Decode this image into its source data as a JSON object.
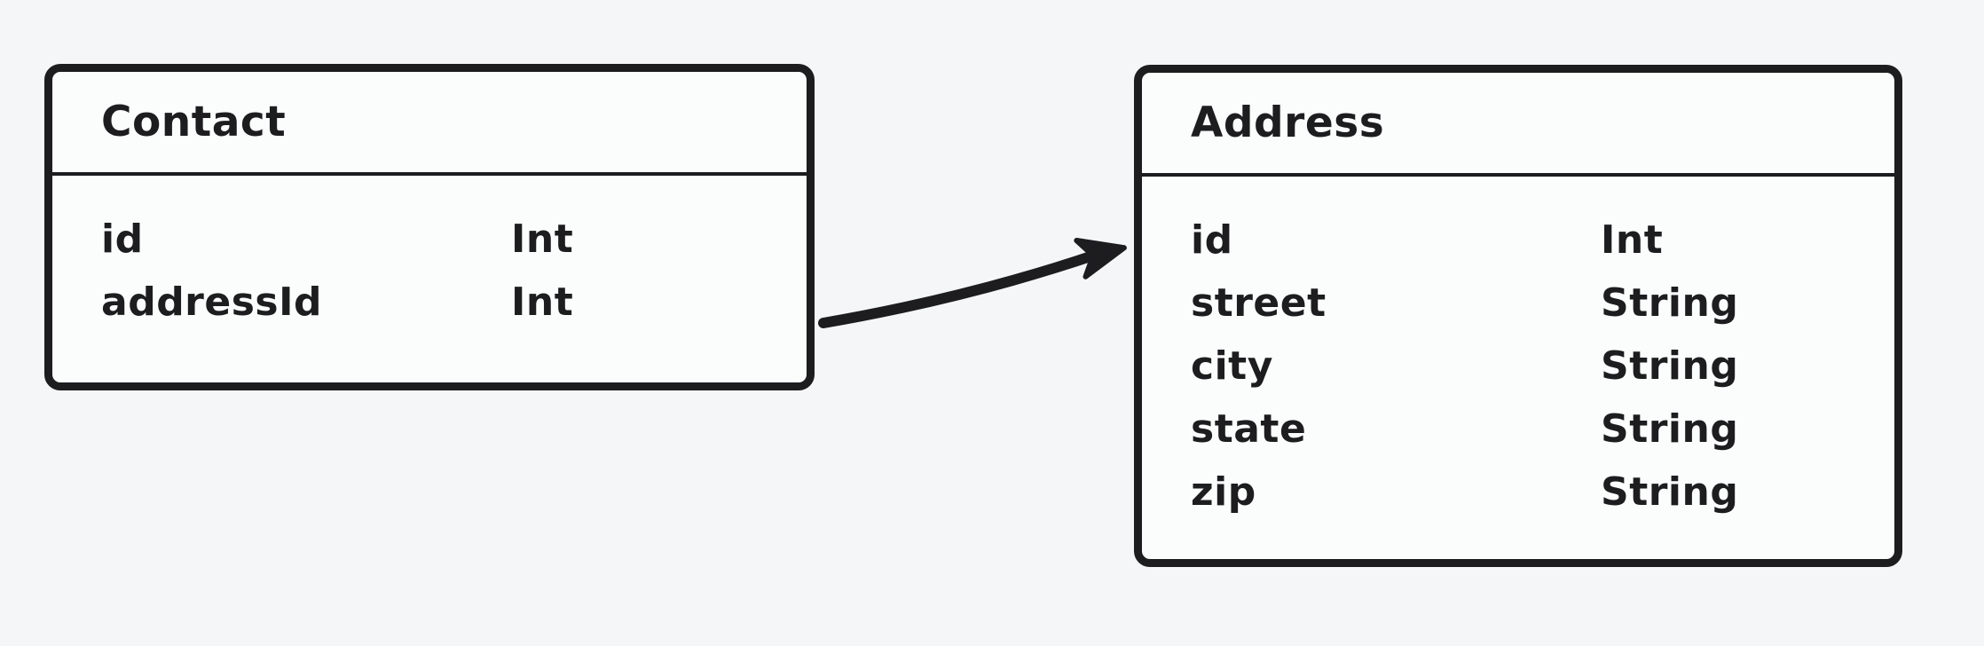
{
  "canvas": {
    "background_color": "#f5f6f7",
    "stroke_color": "#1d1d20"
  },
  "entities": [
    {
      "name": "Contact",
      "fields": [
        {
          "name": "id",
          "type": "Int"
        },
        {
          "name": "addressId",
          "type": "Int"
        }
      ]
    },
    {
      "name": "Address",
      "fields": [
        {
          "name": "id",
          "type": "Int"
        },
        {
          "name": "street",
          "type": "String"
        },
        {
          "name": "city",
          "type": "String"
        },
        {
          "name": "state",
          "type": "String"
        },
        {
          "name": "zip",
          "type": "String"
        }
      ]
    }
  ],
  "relationship": {
    "from": "Contact",
    "to": "Address"
  }
}
